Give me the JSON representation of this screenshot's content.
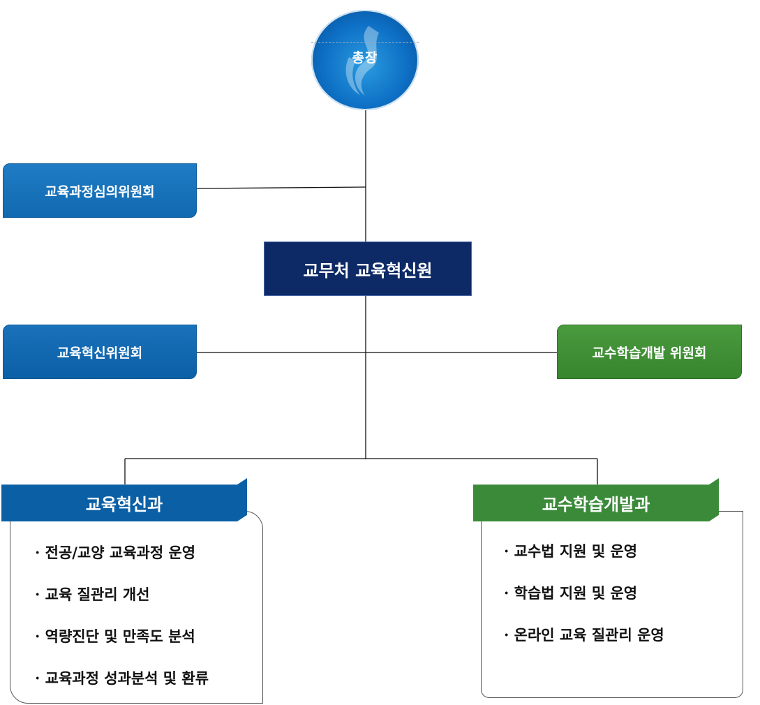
{
  "president": {
    "label": "총장"
  },
  "committees": {
    "curriculum_review": "교육과정심의위원회",
    "education_innovation": "교육혁신위원회",
    "teaching_learning": "교수학습개발 위원회"
  },
  "center_office": "교무처 교육혁신원",
  "departments": {
    "left": {
      "title": "교육혁신과",
      "tasks": [
        "· 전공/교양 교육과정 운영",
        "· 교육 질관리 개선",
        "· 역량진단 및 만족도 분석",
        "· 교육과정 성과분석 및 환류"
      ]
    },
    "right": {
      "title": "교수학습개발과",
      "tasks": [
        "· 교수법 지원 및 운영",
        "· 학습법 지원 및 운영",
        "· 온라인 교육 질관리 운영"
      ]
    }
  },
  "colors": {
    "blue": "#0a5fa5",
    "navy": "#0d2a66",
    "green": "#3a8a3a"
  }
}
